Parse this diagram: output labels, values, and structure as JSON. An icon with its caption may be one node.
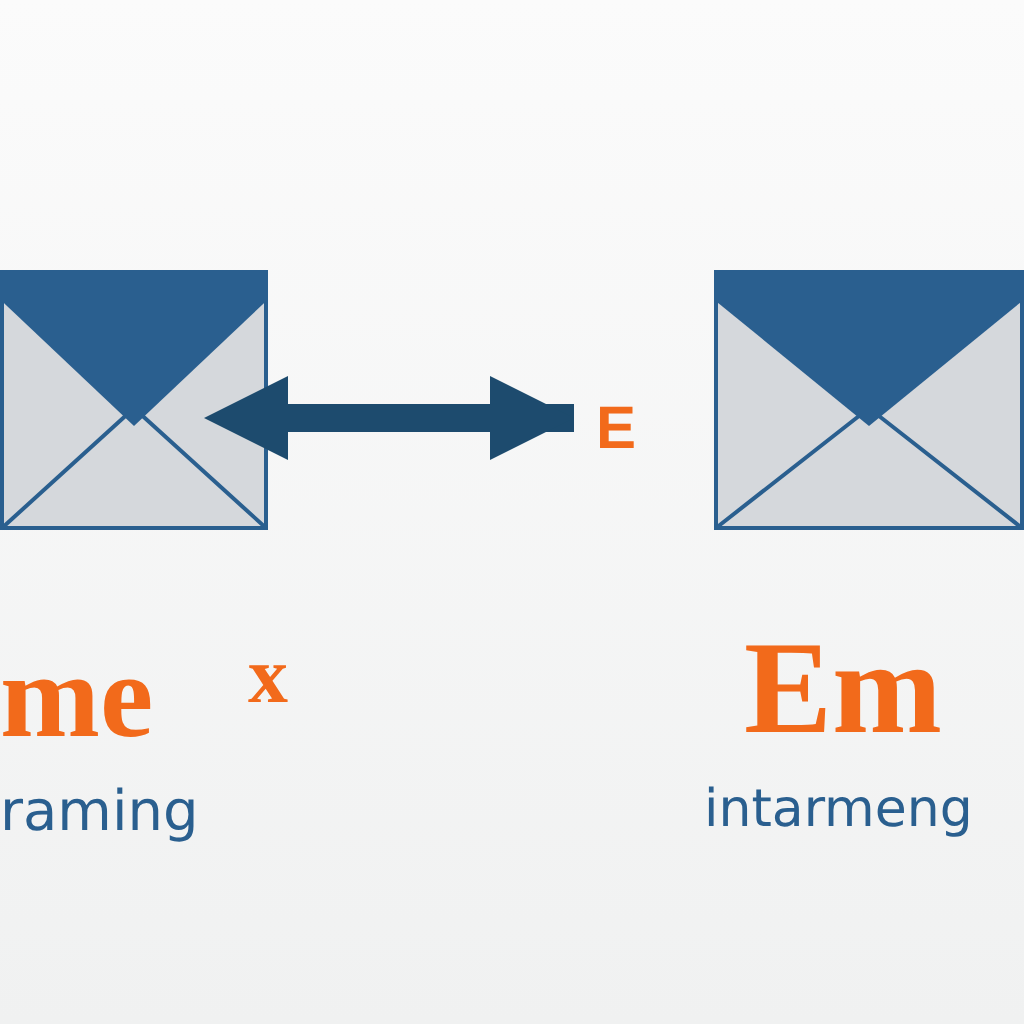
{
  "diagram": {
    "nodes": [
      {
        "text": [],
        "shape": "picture"
      },
      {
        "text": [],
        "shape": "picture"
      }
    ],
    "edges": [
      {
        "from": 0,
        "to": 1,
        "arrow": "both"
      }
    ],
    "labels": [
      "E",
      "me",
      "x",
      "Em",
      "raming",
      "intarmeng"
    ]
  }
}
